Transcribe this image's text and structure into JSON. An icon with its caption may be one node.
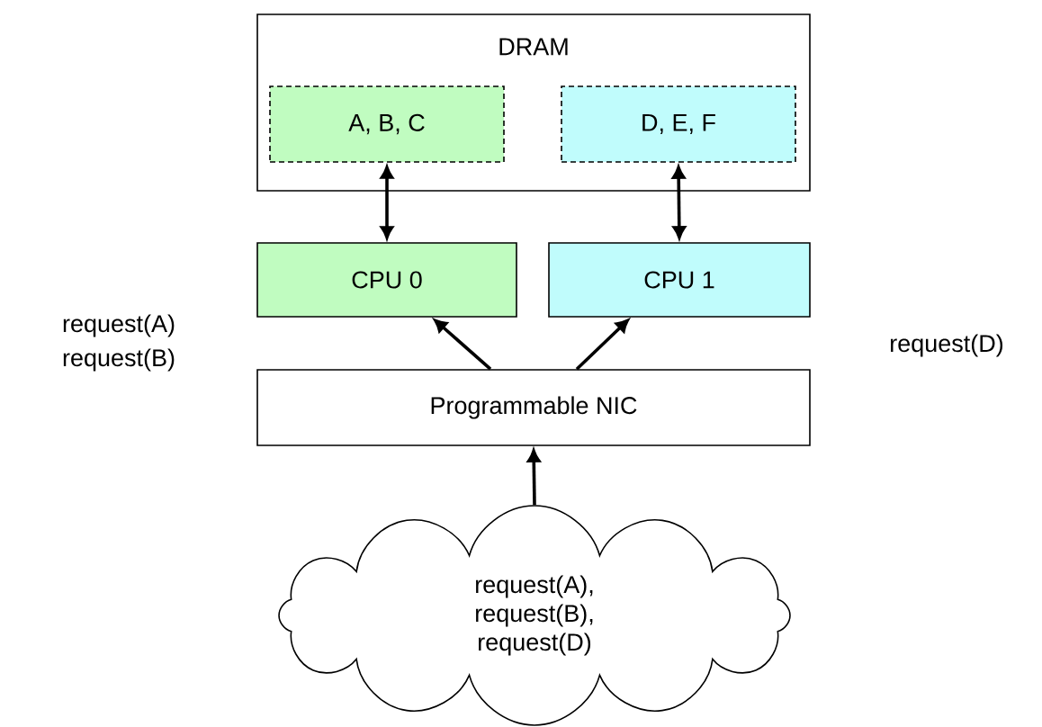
{
  "diagram": {
    "nodes": [
      {
        "text": [
          "DRAM"
        ]
      },
      {
        "text": [
          "A, B, C"
        ],
        "in": 0
      },
      {
        "text": [
          "D, E, F"
        ],
        "in": 0
      },
      {
        "text": [
          "CPU 0"
        ]
      },
      {
        "text": [
          "CPU 1"
        ]
      },
      {
        "text": [
          "Programmable NIC"
        ]
      },
      {
        "text": [
          "request(A), request(B), request(D)"
        ]
      }
    ],
    "edges": [
      {
        "from": 1,
        "to": 3,
        "arrow": "both"
      },
      {
        "from": 2,
        "to": 4,
        "arrow": "both"
      },
      {
        "from": 5,
        "to": 3,
        "arrow": "to"
      },
      {
        "from": 5,
        "to": 4,
        "arrow": "to"
      },
      {
        "from": 6,
        "to": 5,
        "arrow": "to"
      }
    ],
    "labels": [
      "request(A)",
      "request(B)",
      "request(D)"
    ]
  }
}
